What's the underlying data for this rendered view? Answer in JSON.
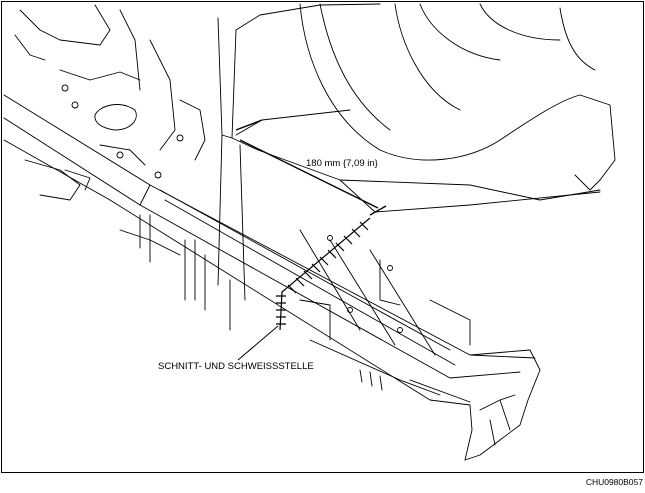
{
  "figure": {
    "dimension_label": "180 mm {7,09 in}",
    "callout_label": "SCHNITT- UND SCHWEISSSTELLE",
    "figure_code": "CHU0980B057"
  }
}
